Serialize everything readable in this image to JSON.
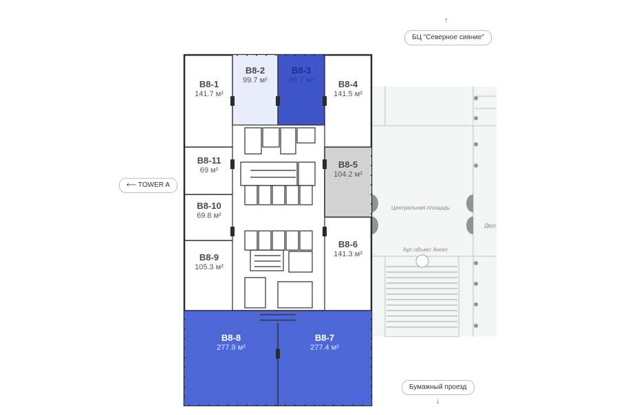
{
  "colors": {
    "outer_bg": "#ffffff",
    "floor_bg": "#ffffff",
    "neighbor_bg": "#f3f4f4",
    "selected_light": "#e8ecfb",
    "selected_dark": "#3f55c9",
    "selected_mid": "#4d68d6",
    "occupied": "#d2d2d2",
    "wall": "#2b2b2b"
  },
  "units": [
    {
      "id": "B8-1",
      "area": "141.7 м²"
    },
    {
      "id": "B8-2",
      "area": "99.7 м²"
    },
    {
      "id": "B8-3",
      "area": "99.7 м²"
    },
    {
      "id": "B8-4",
      "area": "141.5 м²"
    },
    {
      "id": "B8-11",
      "area": "69 м²"
    },
    {
      "id": "B8-5",
      "area": "104.2 м²"
    },
    {
      "id": "B8-10",
      "area": "69.8 м²"
    },
    {
      "id": "B8-9",
      "area": "105.3 м²"
    },
    {
      "id": "B8-6",
      "area": "141.3 м²"
    },
    {
      "id": "B8-8",
      "area": "277.9 м²"
    },
    {
      "id": "B8-7",
      "area": "277.4 м²"
    }
  ],
  "nav": {
    "north_label": "БЦ \"Северное сияние\"",
    "north_arrow": "↑",
    "west_label": "⟵ TOWER A",
    "south_label": "Бумажный проезд",
    "south_arrow": "↓"
  },
  "map": {
    "central_square": "Центральная площадь",
    "art_object": "Арт-объект Ангел",
    "right_cut": "Двусветн"
  }
}
